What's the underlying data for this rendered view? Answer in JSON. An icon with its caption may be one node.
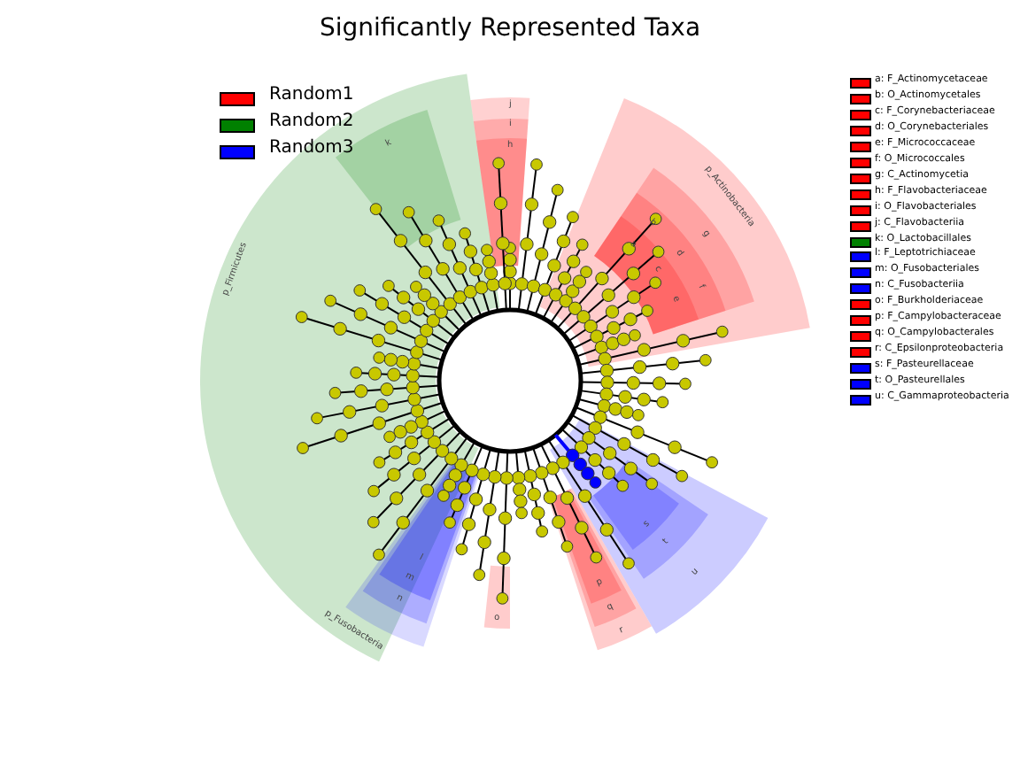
{
  "diagram": {
    "title": "Significantly Represented Taxa",
    "labels": [
      "j",
      "i",
      "h",
      "k",
      "p_Firmicutes",
      "p_Actinobacteria",
      "g",
      "a",
      "b",
      "c",
      "d",
      "e",
      "f",
      "s",
      "t",
      "u",
      "p",
      "q",
      "r",
      "o",
      "l",
      "m",
      "n",
      "p_Fusobacteria"
    ],
    "legend": [
      {
        "text": "Random1",
        "color": "#ff0000"
      },
      {
        "text": "Random2",
        "color": "#008000"
      },
      {
        "text": "Random3",
        "color": "#0000ff"
      },
      {
        "text": "a: F_Actinomycetaceae",
        "color": "#ff0000"
      },
      {
        "text": "b: O_Actinomycetales",
        "color": "#ff0000"
      },
      {
        "text": "c: F_Corynebacteriaceae",
        "color": "#ff0000"
      },
      {
        "text": "d: O_Corynebacteriales",
        "color": "#ff0000"
      },
      {
        "text": "e: F_Micrococcaceae",
        "color": "#ff0000"
      },
      {
        "text": "f: O_Micrococcales",
        "color": "#ff0000"
      },
      {
        "text": "g: C_Actinomycetia",
        "color": "#ff0000"
      },
      {
        "text": "h: F_Flavobacteriaceae",
        "color": "#ff0000"
      },
      {
        "text": "i: O_Flavobacteriales",
        "color": "#ff0000"
      },
      {
        "text": "j: C_Flavobacteriia",
        "color": "#ff0000"
      },
      {
        "text": "k: O_Lactobacillales",
        "color": "#008000"
      },
      {
        "text": "l: F_Leptotrichiaceae",
        "color": "#0000ff"
      },
      {
        "text": "m: O_Fusobacteriales",
        "color": "#0000ff"
      },
      {
        "text": "n: C_Fusobacteriia",
        "color": "#0000ff"
      },
      {
        "text": "o: F_Burkholderiaceae",
        "color": "#ff0000"
      },
      {
        "text": "p: F_Campylobacteraceae",
        "color": "#ff0000"
      },
      {
        "text": "q: O_Campylobacterales",
        "color": "#ff0000"
      },
      {
        "text": "r: C_Epsilonproteobacteria",
        "color": "#ff0000"
      },
      {
        "text": "s: F_Pasteurellaceae",
        "color": "#0000ff"
      },
      {
        "text": "t: O_Pasteurellales",
        "color": "#0000ff"
      },
      {
        "text": "u: C_Gammaproteobacteria",
        "color": "#0000ff"
      }
    ]
  }
}
